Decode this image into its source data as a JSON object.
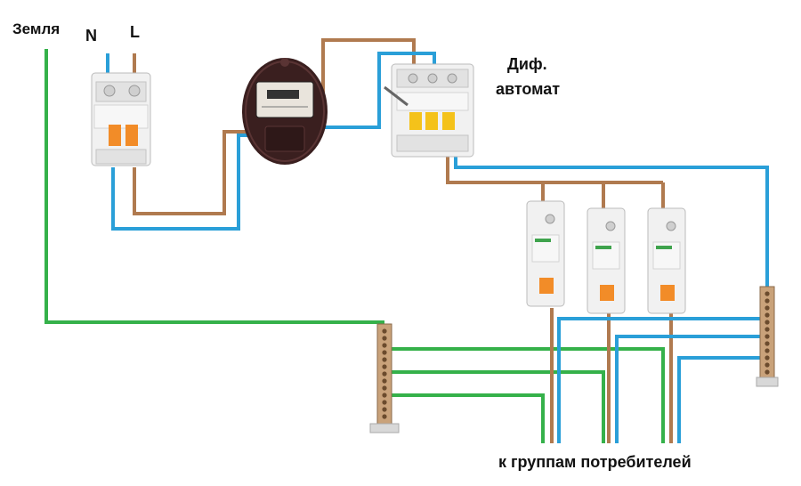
{
  "labels": {
    "ground": "Земля",
    "neutral": "N",
    "line": "L",
    "rcbo_line1": "Диф.",
    "rcbo_line2": "автомат",
    "consumers": "к группам потребителей"
  },
  "colors": {
    "phase_wire": "#b07a4f",
    "neutral_wire": "#2a9fd8",
    "ground_wire": "#35b14a",
    "breaker_body": "#f1f1f1",
    "breaker_lever": "#f28c28",
    "rcbo_lever": "#f4c21a",
    "meter_body": "#3a1f1f",
    "busbar": "#c9a27a"
  },
  "components": [
    "main-breaker",
    "electricity-meter",
    "rcbo",
    "breaker-group-1",
    "breaker-group-2",
    "breaker-group-3",
    "ground-busbar",
    "neutral-busbar"
  ]
}
